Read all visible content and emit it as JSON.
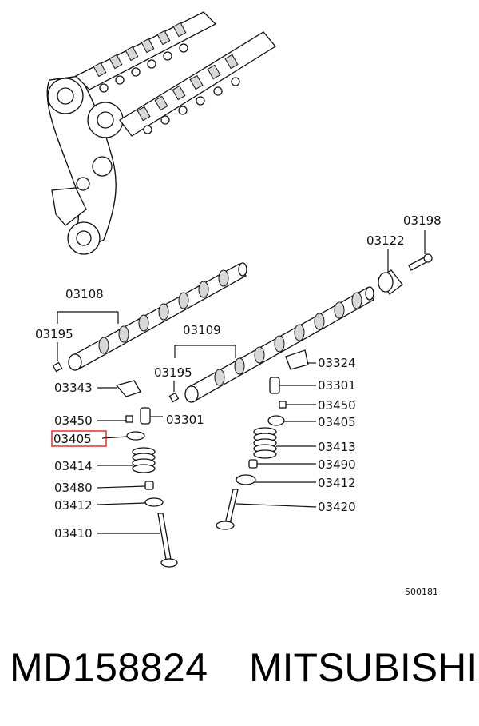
{
  "diagram": {
    "labels": {
      "l03108": "03108",
      "l03195a": "03195",
      "l03109": "03109",
      "l03195b": "03195",
      "l03198": "03198",
      "l03122": "03122",
      "l03343": "03343",
      "l03450a": "03450",
      "l03301a": "03301",
      "l03405a": "03405",
      "l03414": "03414",
      "l03480": "03480",
      "l03412a": "03412",
      "l03410": "03410",
      "l03324": "03324",
      "l03301b": "03301",
      "l03450b": "03450",
      "l03405b": "03405",
      "l03413": "03413",
      "l03490": "03490",
      "l03412b": "03412",
      "l03420": "03420"
    },
    "reference_code": "500181",
    "highlight_color": "#e03030"
  },
  "caption": {
    "part_number": "MD158824",
    "brand": "MITSUBISHI"
  }
}
